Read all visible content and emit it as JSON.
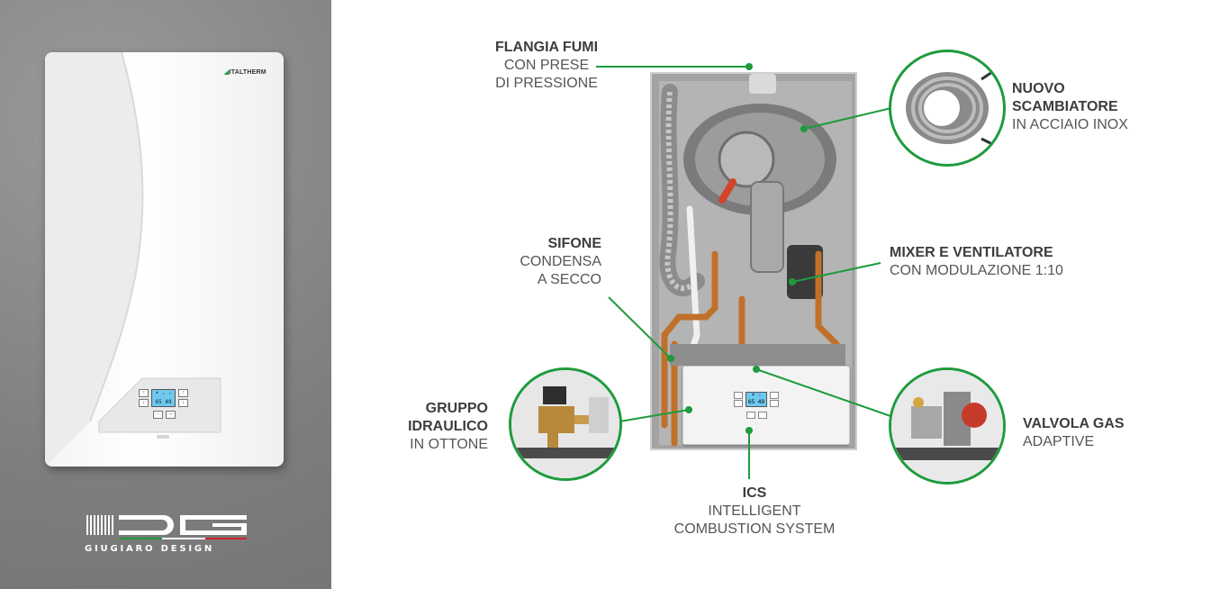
{
  "boiler": {
    "brand": "ITALTHERM",
    "display_line1": "65 49"
  },
  "logo": {
    "text": "GIUGIARO DESIGN"
  },
  "labels": {
    "flangia": {
      "title": "FLANGIA FUMI",
      "sub1": "CON PRESE",
      "sub2": "DI PRESSIONE"
    },
    "sifone": {
      "title": "SIFONE",
      "sub1": "CONDENSA",
      "sub2": "A SECCO"
    },
    "gruppo": {
      "title1": "GRUPPO",
      "title2": "IDRAULICO",
      "sub1": "IN OTTONE"
    },
    "ics": {
      "title": "ICS",
      "sub1": "INTELLIGENT",
      "sub2": "COMBUSTION SYSTEM"
    },
    "nuovo": {
      "title1": "NUOVO",
      "title2": "SCAMBIATORE",
      "sub1": "IN ACCIAIO INOX"
    },
    "mixer": {
      "title": "MIXER E VENTILATORE",
      "sub1": "CON MODULAZIONE 1:10"
    },
    "valvola": {
      "title": "VALVOLA GAS",
      "sub1": "ADAPTIVE"
    }
  },
  "colors": {
    "accent_green": "#1e9b3c",
    "panel_grey": "#808080",
    "text_dark": "#3d3d3d"
  }
}
